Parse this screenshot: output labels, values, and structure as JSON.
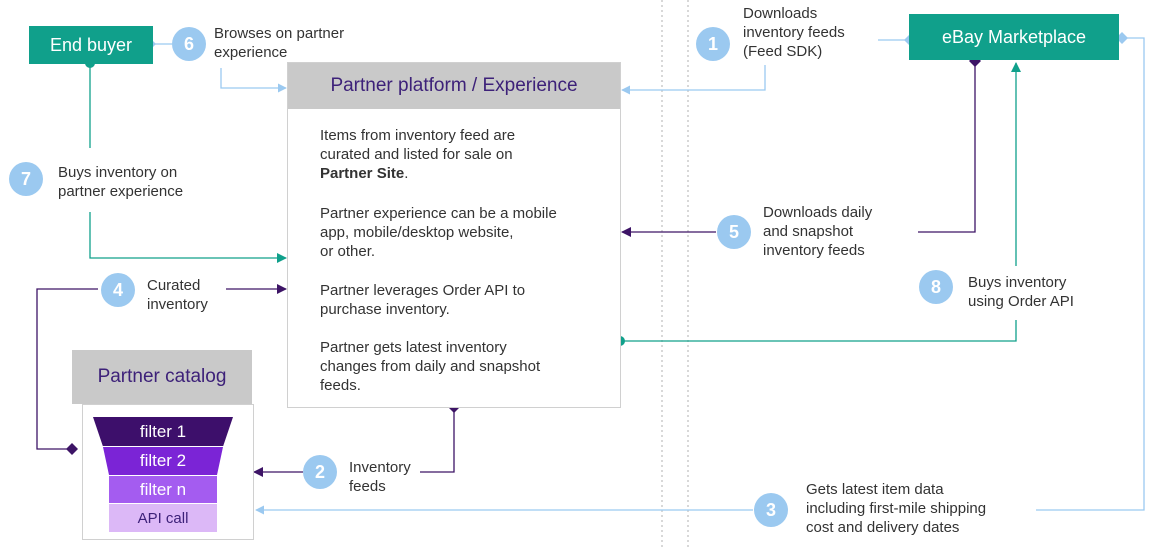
{
  "nodes": {
    "end_buyer": "End buyer",
    "ebay": "eBay Marketplace",
    "partner_platform": "Partner platform / Experience",
    "partner_catalog": "Partner catalog"
  },
  "platform_body": {
    "p1_line1": "Items from inventory feed are",
    "p1_line2": "curated and listed for sale on",
    "p1_bold": "Partner Site",
    "p1_end": ".",
    "p2_line1": "Partner experience can be a mobile",
    "p2_line2": "app, mobile/desktop website,",
    "p2_line3": "or other.",
    "p3_line1": "Partner leverages Order API to",
    "p3_line2": "purchase inventory.",
    "p4_line1": "Partner gets latest inventory",
    "p4_line2": "changes from daily and snapshot",
    "p4_line3": "feeds."
  },
  "filters": [
    "filter 1",
    "filter 2",
    "filter n",
    "API call"
  ],
  "steps": [
    {
      "num": "1",
      "lines": [
        "Downloads",
        "inventory feeds",
        "(Feed SDK)"
      ]
    },
    {
      "num": "2",
      "lines": [
        "Inventory",
        "feeds"
      ]
    },
    {
      "num": "3",
      "lines": [
        "Gets latest item data",
        "including first-mile shipping",
        "cost and delivery dates"
      ]
    },
    {
      "num": "4",
      "lines": [
        "Curated",
        "inventory"
      ]
    },
    {
      "num": "5",
      "lines": [
        "Downloads daily",
        "and snapshot",
        "inventory feeds"
      ]
    },
    {
      "num": "6",
      "lines": [
        "Browses on partner",
        "experience"
      ]
    },
    {
      "num": "7",
      "lines": [
        "Buys inventory on",
        "partner experience"
      ]
    },
    {
      "num": "8",
      "lines": [
        "Buys inventory",
        "using Order API"
      ]
    }
  ],
  "colors": {
    "teal": "#10a08b",
    "light_blue": "#9bc9f0",
    "dark_purple": "#3d1466",
    "gray_header": "#c9c9c9",
    "filter1": "#3d0f6b",
    "filter2": "#7b24d6",
    "filtern": "#a45cf0",
    "api_call": "#dcb8f7"
  }
}
